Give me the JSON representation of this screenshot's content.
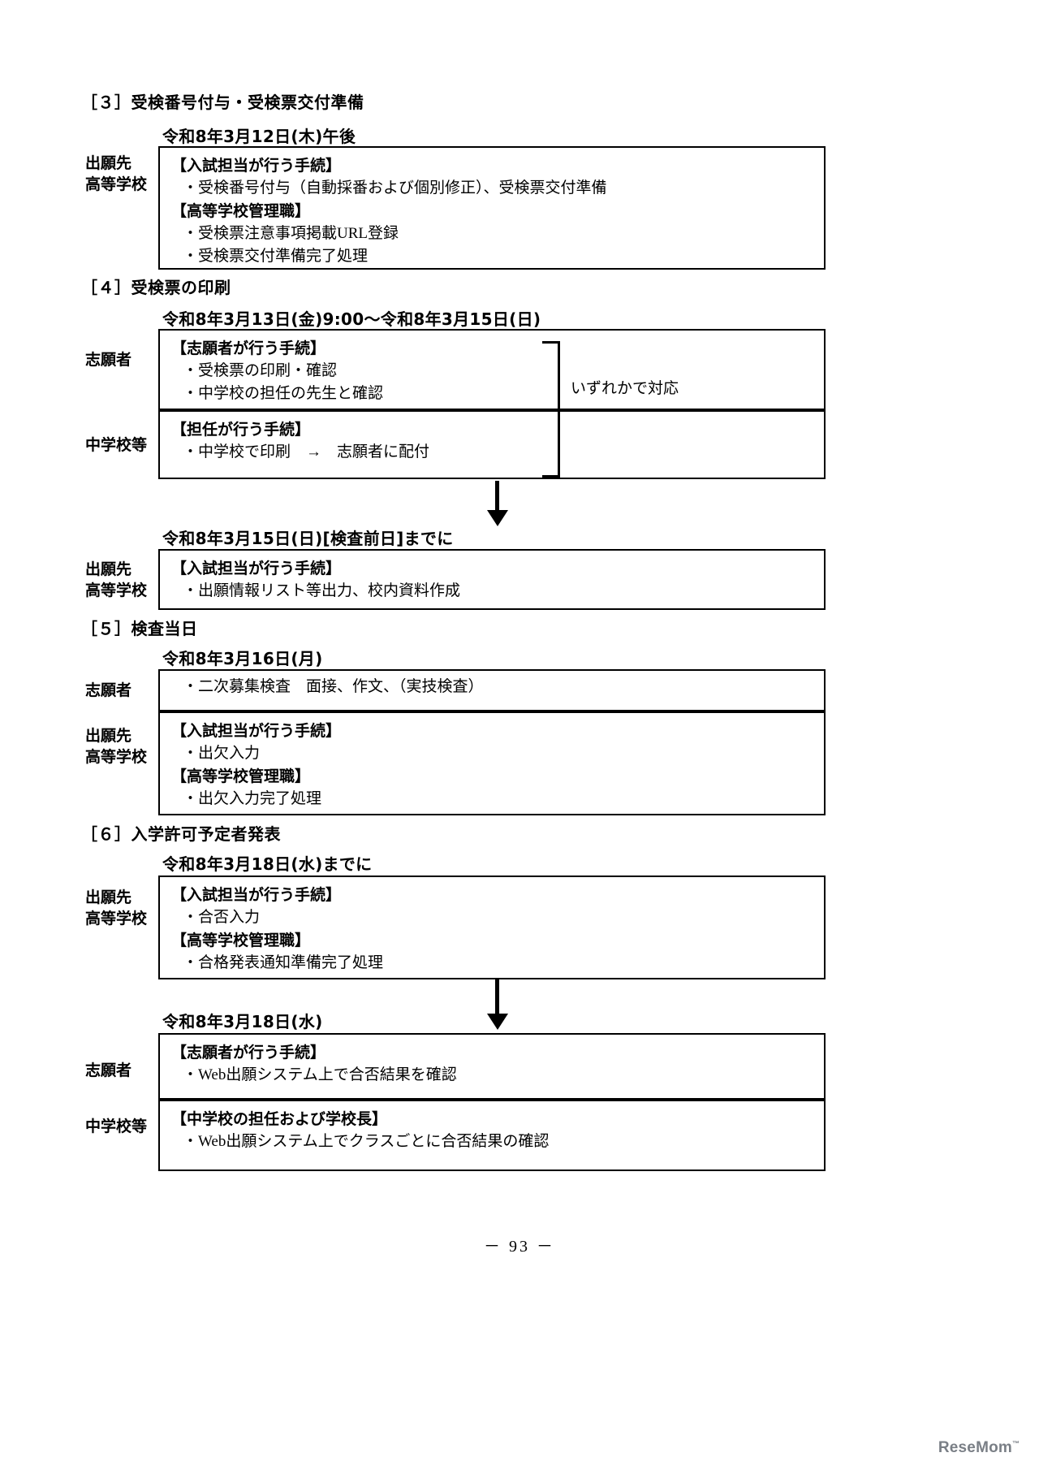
{
  "document": {
    "page_number": "－ 93 －",
    "watermark": "ReseMom"
  },
  "sections": [
    {
      "heading": "［３］受検番号付与・受検票交付準備",
      "date": "令和8年3月12日(木)午後",
      "rows": [
        {
          "role": "出願先\n高等学校",
          "role_line1": "出願先",
          "role_line2": "高等学校",
          "lines": [
            {
              "text": "【入試担当が行う手続】",
              "bold": true,
              "indent": false
            },
            {
              "text": "・受検番号付与（自動採番および個別修正）、受検票交付準備",
              "bold": false,
              "indent": true
            },
            {
              "text": "【高等学校管理職】",
              "bold": true,
              "indent": false
            },
            {
              "text": "・受検票注意事項掲載URL登録",
              "bold": false,
              "indent": true
            },
            {
              "text": "・受検票交付準備完了処理",
              "bold": false,
              "indent": true
            }
          ]
        }
      ]
    },
    {
      "heading": "［４］受検票の印刷",
      "date": "令和8年3月13日(金)9:00～令和8年3月15日(日)",
      "brace_label": "いずれかで対応",
      "rows": [
        {
          "role_line1": "志願者",
          "role_line2": "",
          "lines": [
            {
              "text": "【志願者が行う手続】",
              "bold": true,
              "indent": false
            },
            {
              "text": "・受検票の印刷・確認",
              "bold": false,
              "indent": true
            },
            {
              "text": "・中学校の担任の先生と確認",
              "bold": false,
              "indent": true
            }
          ]
        },
        {
          "role_line1": "中学校等",
          "role_line2": "",
          "lines": [
            {
              "text": "【担任が行う手続】",
              "bold": true,
              "indent": false
            },
            {
              "text": "・中学校で印刷　→　志願者に配付",
              "bold": false,
              "indent": true
            }
          ]
        }
      ],
      "followup": {
        "date": "令和8年3月15日(日)[検査前日]までに",
        "role_line1": "出願先",
        "role_line2": "高等学校",
        "lines": [
          {
            "text": "【入試担当が行う手続】",
            "bold": true,
            "indent": false
          },
          {
            "text": "・出願情報リスト等出力、校内資料作成",
            "bold": false,
            "indent": true
          }
        ]
      }
    },
    {
      "heading": "［５］検査当日",
      "date": "令和8年3月16日(月)",
      "rows": [
        {
          "role_line1": "志願者",
          "role_line2": "",
          "lines": [
            {
              "text": "・二次募集検査　面接、作文、（実技検査）",
              "bold": false,
              "indent": true
            }
          ]
        },
        {
          "role_line1": "出願先",
          "role_line2": "高等学校",
          "lines": [
            {
              "text": "【入試担当が行う手続】",
              "bold": true,
              "indent": false
            },
            {
              "text": "・出欠入力",
              "bold": false,
              "indent": true
            },
            {
              "text": "【高等学校管理職】",
              "bold": true,
              "indent": false
            },
            {
              "text": "・出欠入力完了処理",
              "bold": false,
              "indent": true
            }
          ]
        }
      ]
    },
    {
      "heading": "［６］入学許可予定者発表",
      "date": "令和8年3月18日(水)までに",
      "rows": [
        {
          "role_line1": "出願先",
          "role_line2": "高等学校",
          "lines": [
            {
              "text": "【入試担当が行う手続】",
              "bold": true,
              "indent": false
            },
            {
              "text": "・合否入力",
              "bold": false,
              "indent": true
            },
            {
              "text": "【高等学校管理職】",
              "bold": true,
              "indent": false
            },
            {
              "text": "・合格発表通知準備完了処理",
              "bold": false,
              "indent": true
            }
          ]
        }
      ],
      "followup2": {
        "date": "令和8年3月18日(水)",
        "rows": [
          {
            "role_line1": "志願者",
            "role_line2": "",
            "lines": [
              {
                "text": "【志願者が行う手続】",
                "bold": true,
                "indent": false
              },
              {
                "text": "・Web出願システム上で合否結果を確認",
                "bold": false,
                "indent": true
              }
            ]
          },
          {
            "role_line1": "中学校等",
            "role_line2": "",
            "lines": [
              {
                "text": "【中学校の担任および学校長】",
                "bold": true,
                "indent": false
              },
              {
                "text": "・Web出願システム上でクラスごとに合否結果の確認",
                "bold": false,
                "indent": true
              }
            ]
          }
        ]
      }
    }
  ]
}
